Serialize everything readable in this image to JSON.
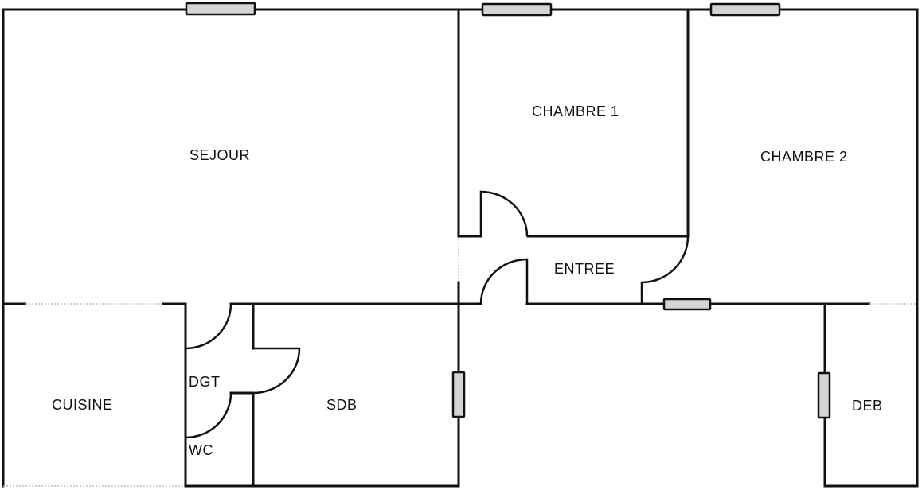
{
  "plan": {
    "type": "floor-plan",
    "colors": {
      "wall": "#111111",
      "window_fill": "#d4d4d4",
      "background": "#ffffff"
    },
    "rooms": [
      {
        "id": "sejour",
        "label": "SEJOUR"
      },
      {
        "id": "chambre1",
        "label": "CHAMBRE 1"
      },
      {
        "id": "chambre2",
        "label": "CHAMBRE 2"
      },
      {
        "id": "entree",
        "label": "ENTREE"
      },
      {
        "id": "cuisine",
        "label": "CUISINE"
      },
      {
        "id": "dgt",
        "label": "DGT"
      },
      {
        "id": "wc",
        "label": "WC"
      },
      {
        "id": "sdb",
        "label": "SDB"
      },
      {
        "id": "deb",
        "label": "DEB"
      }
    ],
    "windows": 6,
    "doors": 6
  }
}
